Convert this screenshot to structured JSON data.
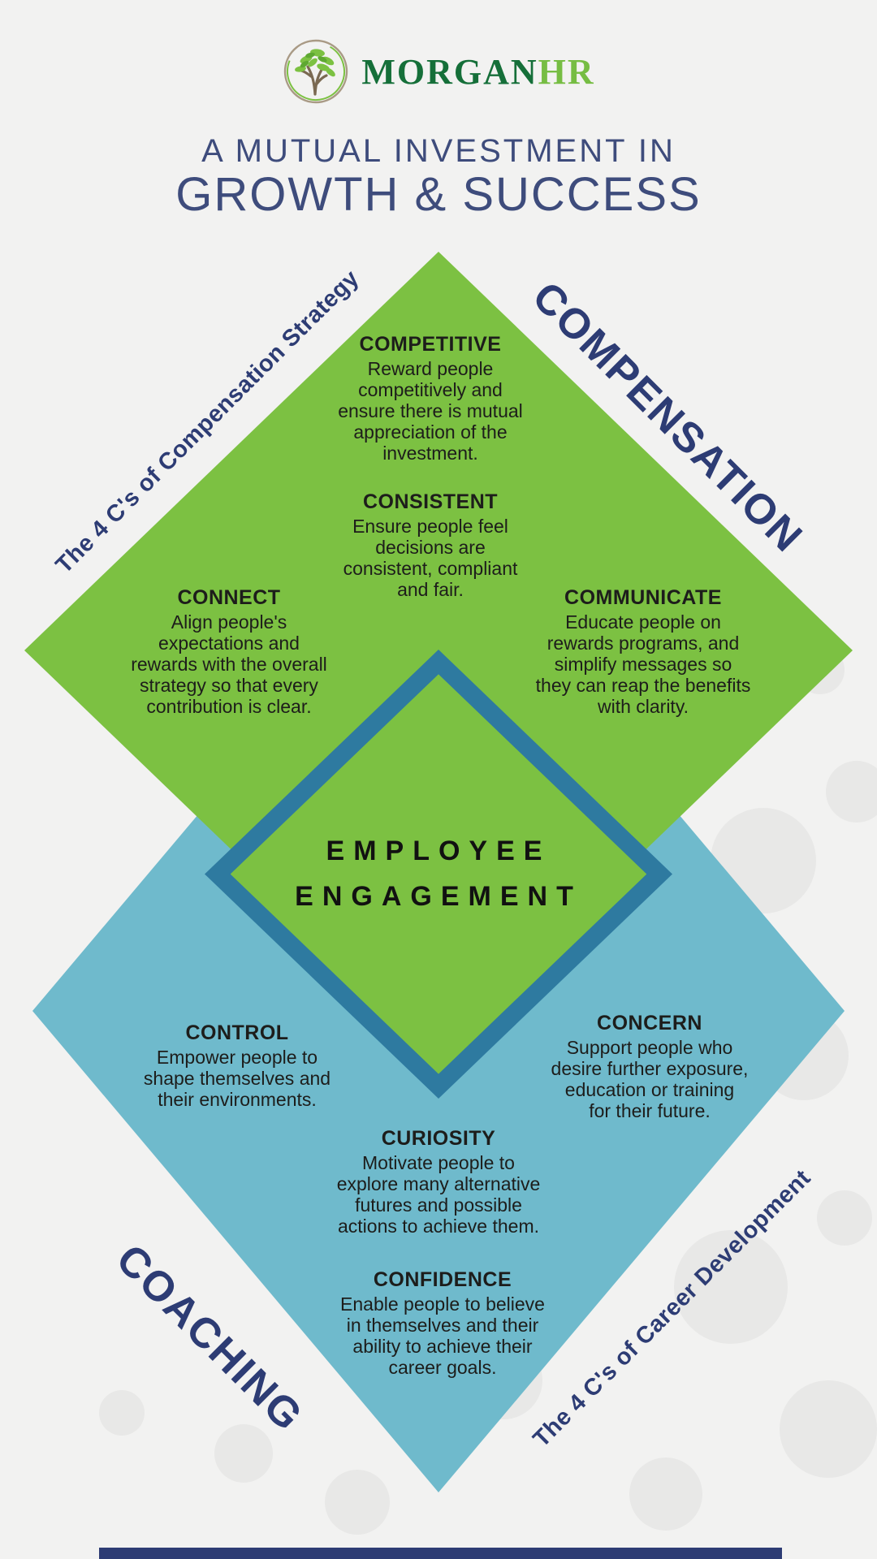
{
  "logo": {
    "icon": "tree-icon",
    "brand_primary": "MORGAN",
    "brand_secondary": "HR"
  },
  "header": {
    "title_line1": "A MUTUAL INVESTMENT IN",
    "title_line2": "GROWTH & SUCCESS"
  },
  "center": {
    "label": "EMPLOYEE\nENGAGEMENT"
  },
  "compensation": {
    "axis_label": "COMPENSATION",
    "side_label": "The 4 C's of Compensation Strategy",
    "items": [
      {
        "title": "COMPETITIVE",
        "body": "Reward people\ncompetitively and\nensure there is mutual\nappreciation of the\ninvestment."
      },
      {
        "title": "CONSISTENT",
        "body": "Ensure people feel\ndecisions are\nconsistent, compliant\nand fair."
      },
      {
        "title": "CONNECT",
        "body": "Align people's\nexpectations and\nrewards with the overall\nstrategy so that every\ncontribution is clear."
      },
      {
        "title": "COMMUNICATE",
        "body": "Educate people on\nrewards programs, and\nsimplify messages so\nthey can reap the benefits\nwith clarity."
      }
    ]
  },
  "coaching": {
    "axis_label": "COACHING",
    "side_label": "The 4 C's of Career Development",
    "items": [
      {
        "title": "CONTROL",
        "body": "Empower people to\nshape themselves and\ntheir environments."
      },
      {
        "title": "CONCERN",
        "body": "Support people who\ndesire further exposure,\neducation or training\nfor their future."
      },
      {
        "title": "CURIOSITY",
        "body": "Motivate people to\nexplore many alternative\nfutures and possible\nactions to achieve them."
      },
      {
        "title": "CONFIDENCE",
        "body": "Enable people to believe\nin themselves and their\nability to achieve their\ncareer goals."
      }
    ]
  },
  "colors": {
    "green": "#7cc142",
    "blue": "#6fbacc",
    "teal_border": "#2e7aa0",
    "navy": "#2d3c74",
    "title_navy": "#3e4c7c",
    "text": "#1d1d1b",
    "background": "#f2f2f1",
    "morgan_green": "#156f39",
    "hr_green": "#76bd43"
  }
}
